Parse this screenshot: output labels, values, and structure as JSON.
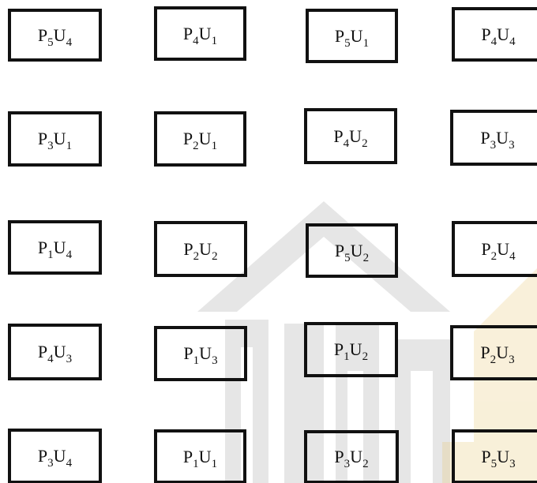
{
  "layout": {
    "rows": [
      [
        {
          "p": "5",
          "u": "4"
        },
        {
          "p": "4",
          "u": "1"
        },
        {
          "p": "5",
          "u": "1"
        },
        {
          "p": "4",
          "u": "4"
        }
      ],
      [
        {
          "p": "3",
          "u": "1"
        },
        {
          "p": "2",
          "u": "1"
        },
        {
          "p": "4",
          "u": "2"
        },
        {
          "p": "3",
          "u": "3"
        }
      ],
      [
        {
          "p": "1",
          "u": "4"
        },
        {
          "p": "2",
          "u": "2"
        },
        {
          "p": "5",
          "u": "2"
        },
        {
          "p": "2",
          "u": "4"
        }
      ],
      [
        {
          "p": "4",
          "u": "3"
        },
        {
          "p": "1",
          "u": "3"
        },
        {
          "p": "1",
          "u": "2"
        },
        {
          "p": "2",
          "u": "3"
        }
      ],
      [
        {
          "p": "3",
          "u": "4"
        },
        {
          "p": "1",
          "u": "1"
        },
        {
          "p": "3",
          "u": "2"
        },
        {
          "p": "5",
          "u": "3"
        }
      ]
    ]
  },
  "labels": {
    "p_letter": "P",
    "u_letter": "U"
  },
  "colors": {
    "border": "#111111",
    "text": "#111111",
    "watermark_gray": "#bdbdbd",
    "watermark_gold": "#e6c46a"
  }
}
